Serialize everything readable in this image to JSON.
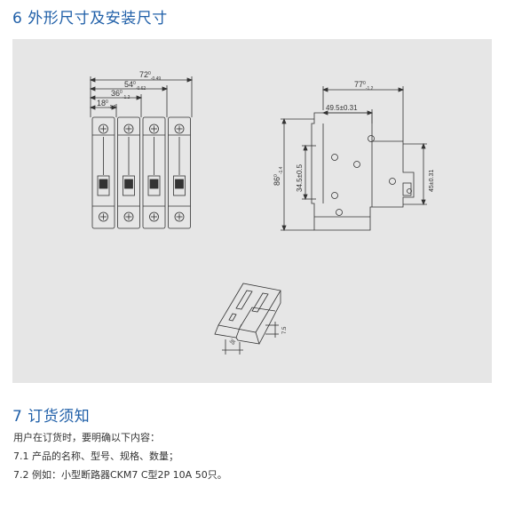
{
  "section6": {
    "title": "6 外形尺寸及安装尺寸"
  },
  "drawing": {
    "front": {
      "dim_72": "72",
      "dim_72_tol_upper": "0",
      "dim_72_tol_lower": "-0.49",
      "dim_54": "54",
      "dim_54_tol_upper": "0",
      "dim_54_tol_lower": "-0.62",
      "dim_36": "36",
      "dim_36_tol_upper": "0",
      "dim_36_tol_lower": "-1.2",
      "dim_18": "18",
      "dim_18_tol_upper": "0",
      "dim_18_tol_lower": "-1.2"
    },
    "side": {
      "dim_77": "77",
      "dim_77_tol_upper": "0",
      "dim_77_tol_lower": "-1.2",
      "dim_49_5": "49.5±0.31",
      "dim_86": "86",
      "dim_86_tol_upper": "0",
      "dim_86_tol_lower": "-1.4",
      "dim_34_5": "34.5±0.5",
      "dim_45": "45±0.31"
    },
    "rail": {
      "dim_7_5": "7.5",
      "dim_35": "35"
    }
  },
  "section7": {
    "title": "7 订货须知",
    "intro": "用户在订货时，要明确以下内容：",
    "item1": "7.1 产品的名称、型号、规格、数量；",
    "item2": "7.2 例如：小型断路器CKM7 C型2P 10A 50只。"
  },
  "colors": {
    "title_blue": "#1f5fa8",
    "panel_gray": "#e6e6e6",
    "line_dark": "#333333"
  }
}
